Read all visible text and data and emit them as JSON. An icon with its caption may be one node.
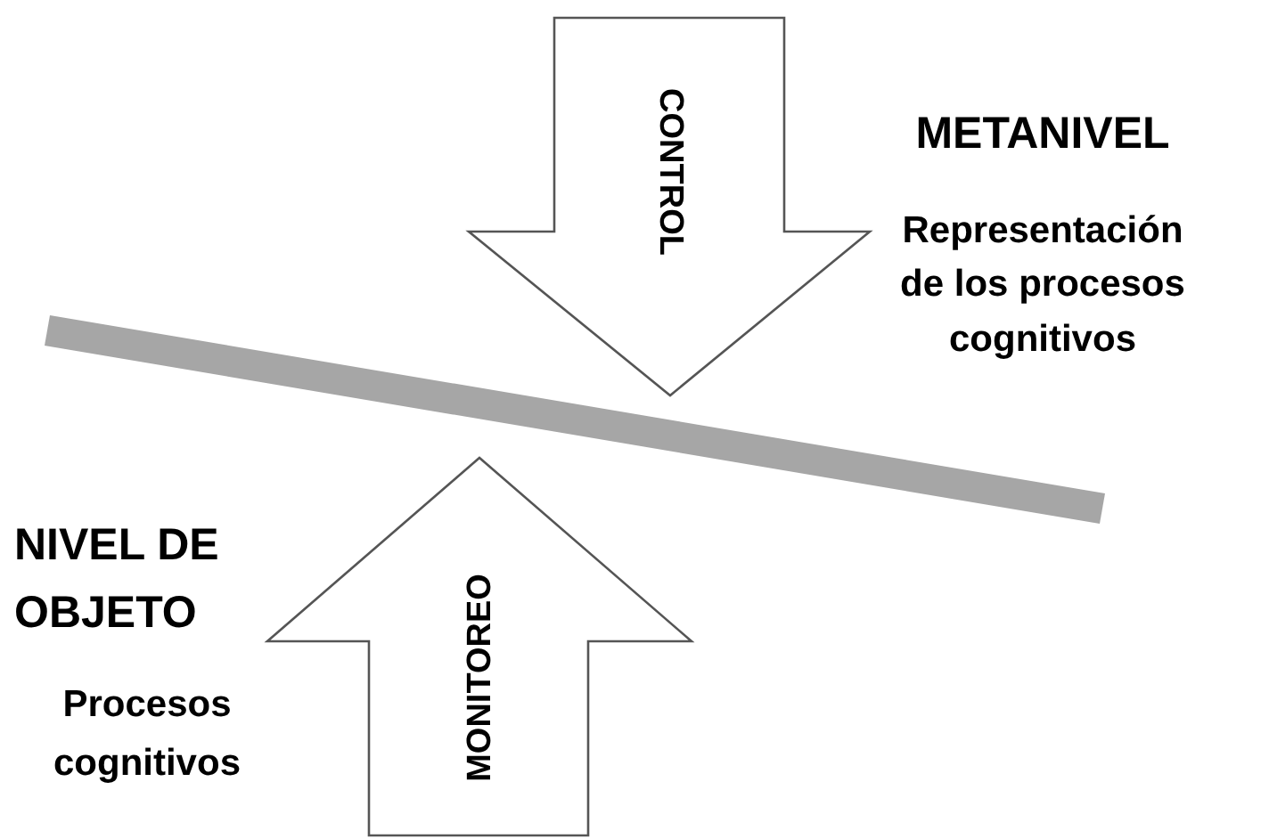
{
  "diagram": {
    "nodes": [
      {
        "text": [
          "CONTROL"
        ]
      },
      {
        "text": [
          "MONITOREO"
        ]
      },
      {
        "text": [],
        "shape": "bar"
      }
    ],
    "labels": [
      "METANIVEL",
      "Representación de los procesos cognitivos",
      "NIVEL DE OBJETO",
      "Procesos cognitivos"
    ]
  }
}
